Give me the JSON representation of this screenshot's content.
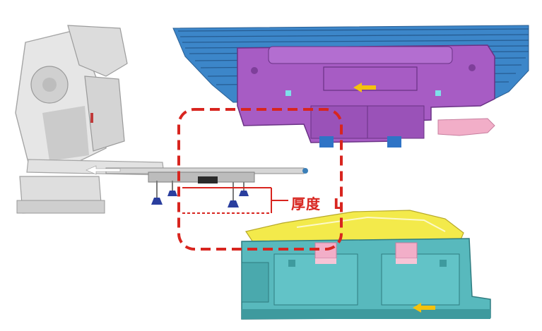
{
  "annotation": {
    "label": "厚度",
    "symbol": "L"
  },
  "colors": {
    "robot_body": "#e6e6e6",
    "robot_shadow": "#b9b9b9",
    "upper_die": "#a75cc4",
    "upper_die_dark": "#7e3f9a",
    "upper_die_fins": "#3c86c9",
    "lower_die": "#58b9bd",
    "lower_die_dark": "#3e9a9e",
    "blank_part": "#f3ea4b",
    "marker_pink": "#f2aec8",
    "arrow_yellow": "#f4c20d",
    "annotation_red": "#d8251f",
    "suction_cup": "#2a3e9e"
  },
  "icons": [
    "robot-arm",
    "suction-cup",
    "direction-arrow"
  ]
}
